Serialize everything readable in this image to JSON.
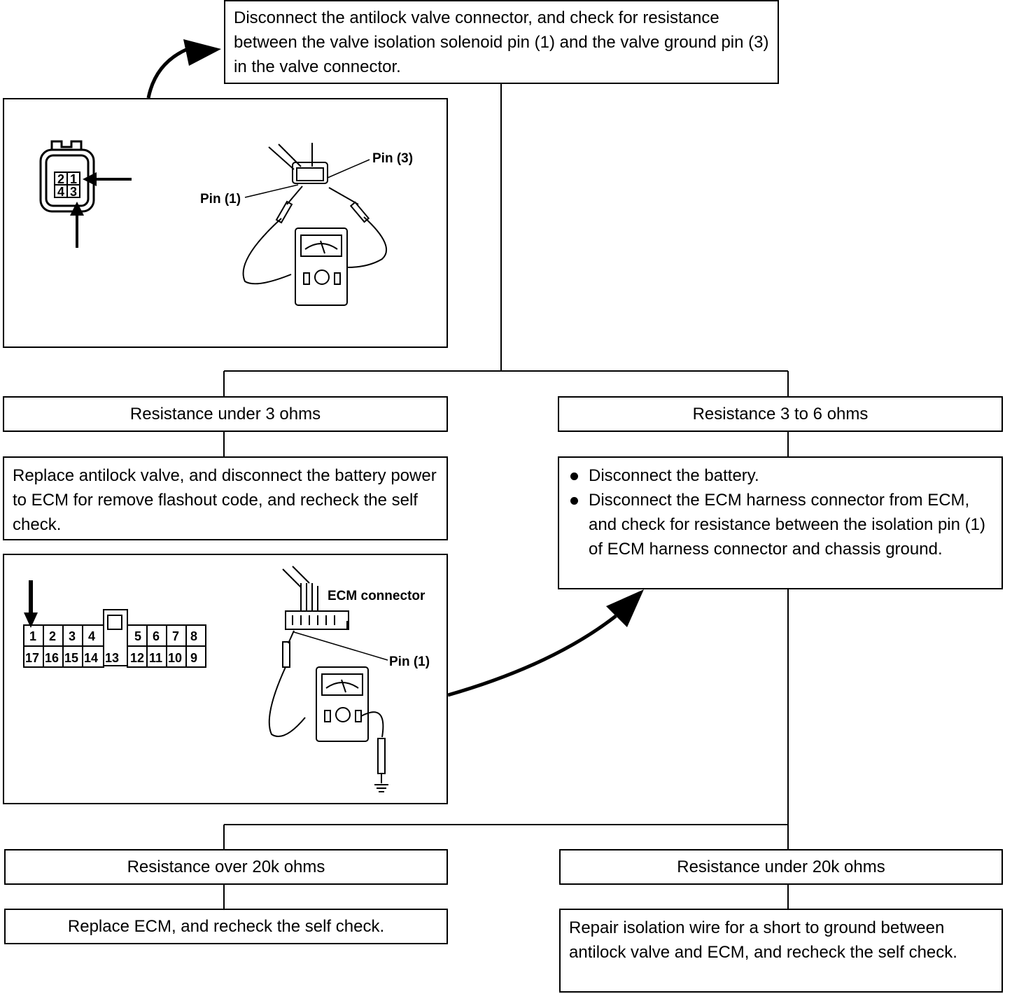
{
  "step_top": {
    "text": "Disconnect the antilock valve connector, and check for resistance between the valve isolation solenoid pin (1) and the valve ground pin (3) in the valve connector."
  },
  "figure_valve": {
    "connector_pins": [
      "2",
      "1",
      "4",
      "3"
    ],
    "label_pin1": "Pin (1)",
    "label_pin3": "Pin (3)"
  },
  "branch_left_1": {
    "label": "Resistance under 3 ohms"
  },
  "branch_right_1": {
    "label": "Resistance 3 to 6 ohms"
  },
  "action_left_1": {
    "text": "Replace antilock valve, and disconnect the battery power to ECM for remove flashout code, and recheck the self check."
  },
  "action_right_1": {
    "items": [
      "Disconnect the battery.",
      "Disconnect the ECM harness connector from ECM, and check for resistance between the isolation pin (1) of ECM harness connector and chassis ground."
    ]
  },
  "figure_ecm": {
    "top_row": [
      "1",
      "2",
      "3",
      "4",
      "5",
      "6",
      "7",
      "8"
    ],
    "bottom_row": [
      "17",
      "16",
      "15",
      "14",
      "13",
      "12",
      "11",
      "10",
      "9"
    ],
    "label_connector": "ECM connector",
    "label_pin1": "Pin (1)"
  },
  "branch_left_2": {
    "label": "Resistance over 20k ohms"
  },
  "branch_right_2": {
    "label": "Resistance under 20k ohms"
  },
  "action_left_2": {
    "text": "Replace ECM, and recheck the self check."
  },
  "action_right_2": {
    "text": "Repair isolation wire for a short to ground between antilock valve and ECM, and recheck the self check."
  }
}
